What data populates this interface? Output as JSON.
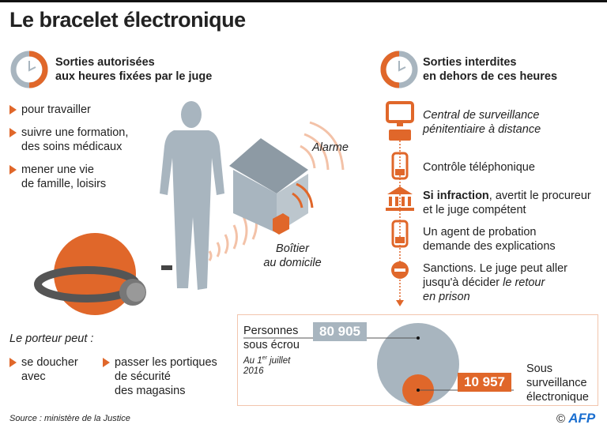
{
  "title": "Le bracelet électronique",
  "colors": {
    "accent": "#e0672a",
    "grey": "#a8b5bf"
  },
  "left": {
    "heading_line1": "Sorties autorisées",
    "heading_line2": "aux heures fixées par le juge",
    "bullets": [
      [
        "pour travailler"
      ],
      [
        "suivre une formation,",
        "des soins médicaux"
      ],
      [
        "mener une vie",
        "de famille, loisirs"
      ]
    ],
    "porteur_label": "Le porteur peut :",
    "porteur_items": [
      [
        "se doucher",
        "avec"
      ],
      [
        "passer les portiques",
        "de sécurité",
        "des magasins"
      ]
    ]
  },
  "illustration": {
    "alarm": "Alarme",
    "boitier_line1": "Boîtier",
    "boitier_line2": "au domicile"
  },
  "right": {
    "heading_line1": "Sorties interdites",
    "heading_line2": "en dehors de ces heures",
    "steps": [
      {
        "icon": "computer-icon",
        "lines": [
          "Central de surveillance",
          "pénitentiaire à distance"
        ]
      },
      {
        "icon": "phone-icon",
        "lines": [
          "Contrôle téléphonique"
        ]
      },
      {
        "icon": "courthouse-icon",
        "bold": "Si infraction",
        "lines": [
          ", avertit le procureur",
          "et le juge compétent"
        ]
      },
      {
        "icon": "phone-icon",
        "lines": [
          "Un agent de probation",
          "demande des explications"
        ]
      },
      {
        "icon": "no-entry-icon",
        "lines": [
          "Sanctions. Le juge peut aller",
          "jusqu'à décider ",
          "le retour",
          "en prison"
        ]
      }
    ]
  },
  "stats": {
    "total_label_line1": "Personnes",
    "total_label_line2": "sous écrou",
    "date_line1": "Au 1",
    "date_sup": "er",
    "date_line1b": " juillet",
    "date_line2": "2016",
    "total_value": "80 905",
    "total_number": 80905,
    "bracelet_value": "10 957",
    "bracelet_number": 10957,
    "bracelet_label_line1": "Sous",
    "bracelet_label_line2": "surveillance",
    "bracelet_label_line3": "électronique"
  },
  "source": "Source : ministère de la Justice",
  "credit": "©",
  "logo": "AFP"
}
